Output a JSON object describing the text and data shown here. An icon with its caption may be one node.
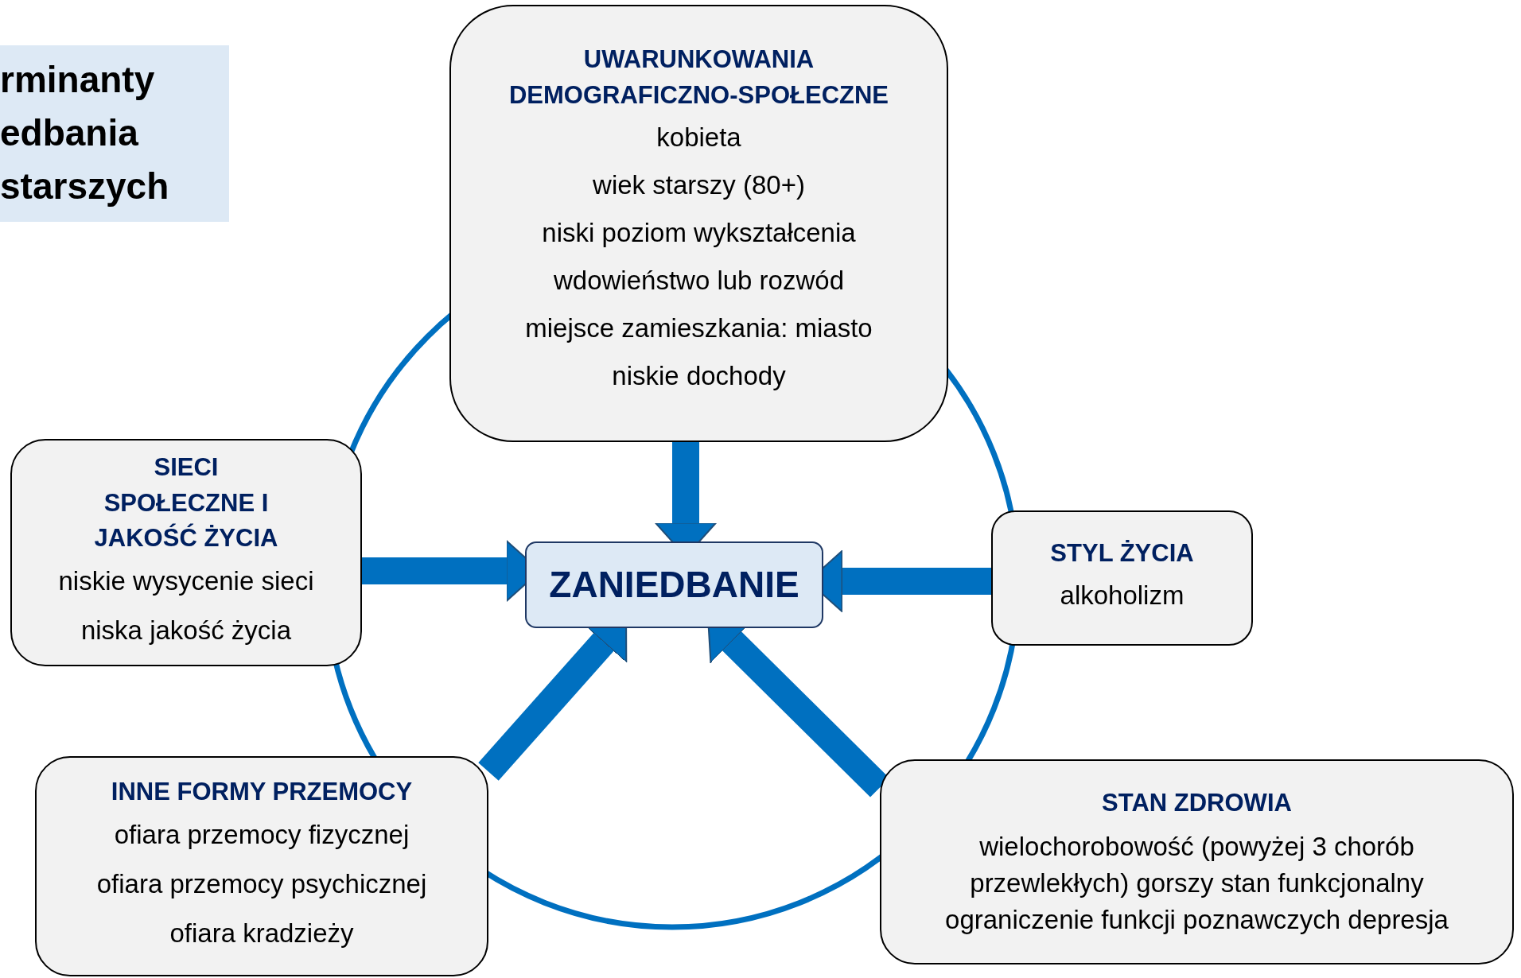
{
  "diagram": {
    "title": "rminanty edbania starszych",
    "nodes": [
      {
        "text": [
          "UWARUNKOWANIA DEMOGRAFICZNO-SPOŁECZNE",
          "kobieta",
          "wiek starszy (80+)",
          "niski poziom wykształcenia",
          "wdowieństwo lub rozwód",
          "miejsce zamieszkania: miasto",
          "niskie dochody"
        ]
      },
      {
        "text": [
          "SIECI SPOŁECZNE I JAKOŚĆ ŻYCIA",
          "niskie wysycenie sieci",
          "niska jakość życia"
        ]
      },
      {
        "text": [
          "ZANIEDBANIE"
        ]
      },
      {
        "text": [
          "STYL ŻYCIA",
          "alkoholizm"
        ]
      },
      {
        "text": [
          "INNE FORMY PRZEMOCY",
          "ofiara przemocy fizycznej",
          "ofiara przemocy psychicznej",
          "ofiara kradzieży"
        ]
      },
      {
        "text": [
          "STAN ZDROWIA",
          "wielochorobowość (powyżej 3 chorób przewlekłych) gorszy stan funkcjonalny ograniczenie funkcji poznawczych depresja"
        ]
      }
    ],
    "edges": [
      {
        "from": 0,
        "to": 2,
        "arrow": "to"
      },
      {
        "from": 1,
        "to": 2,
        "arrow": "to"
      },
      {
        "from": 3,
        "to": 2,
        "arrow": "to"
      },
      {
        "from": 4,
        "to": 2,
        "arrow": "to"
      },
      {
        "from": 5,
        "to": 2,
        "arrow": "to"
      }
    ]
  }
}
